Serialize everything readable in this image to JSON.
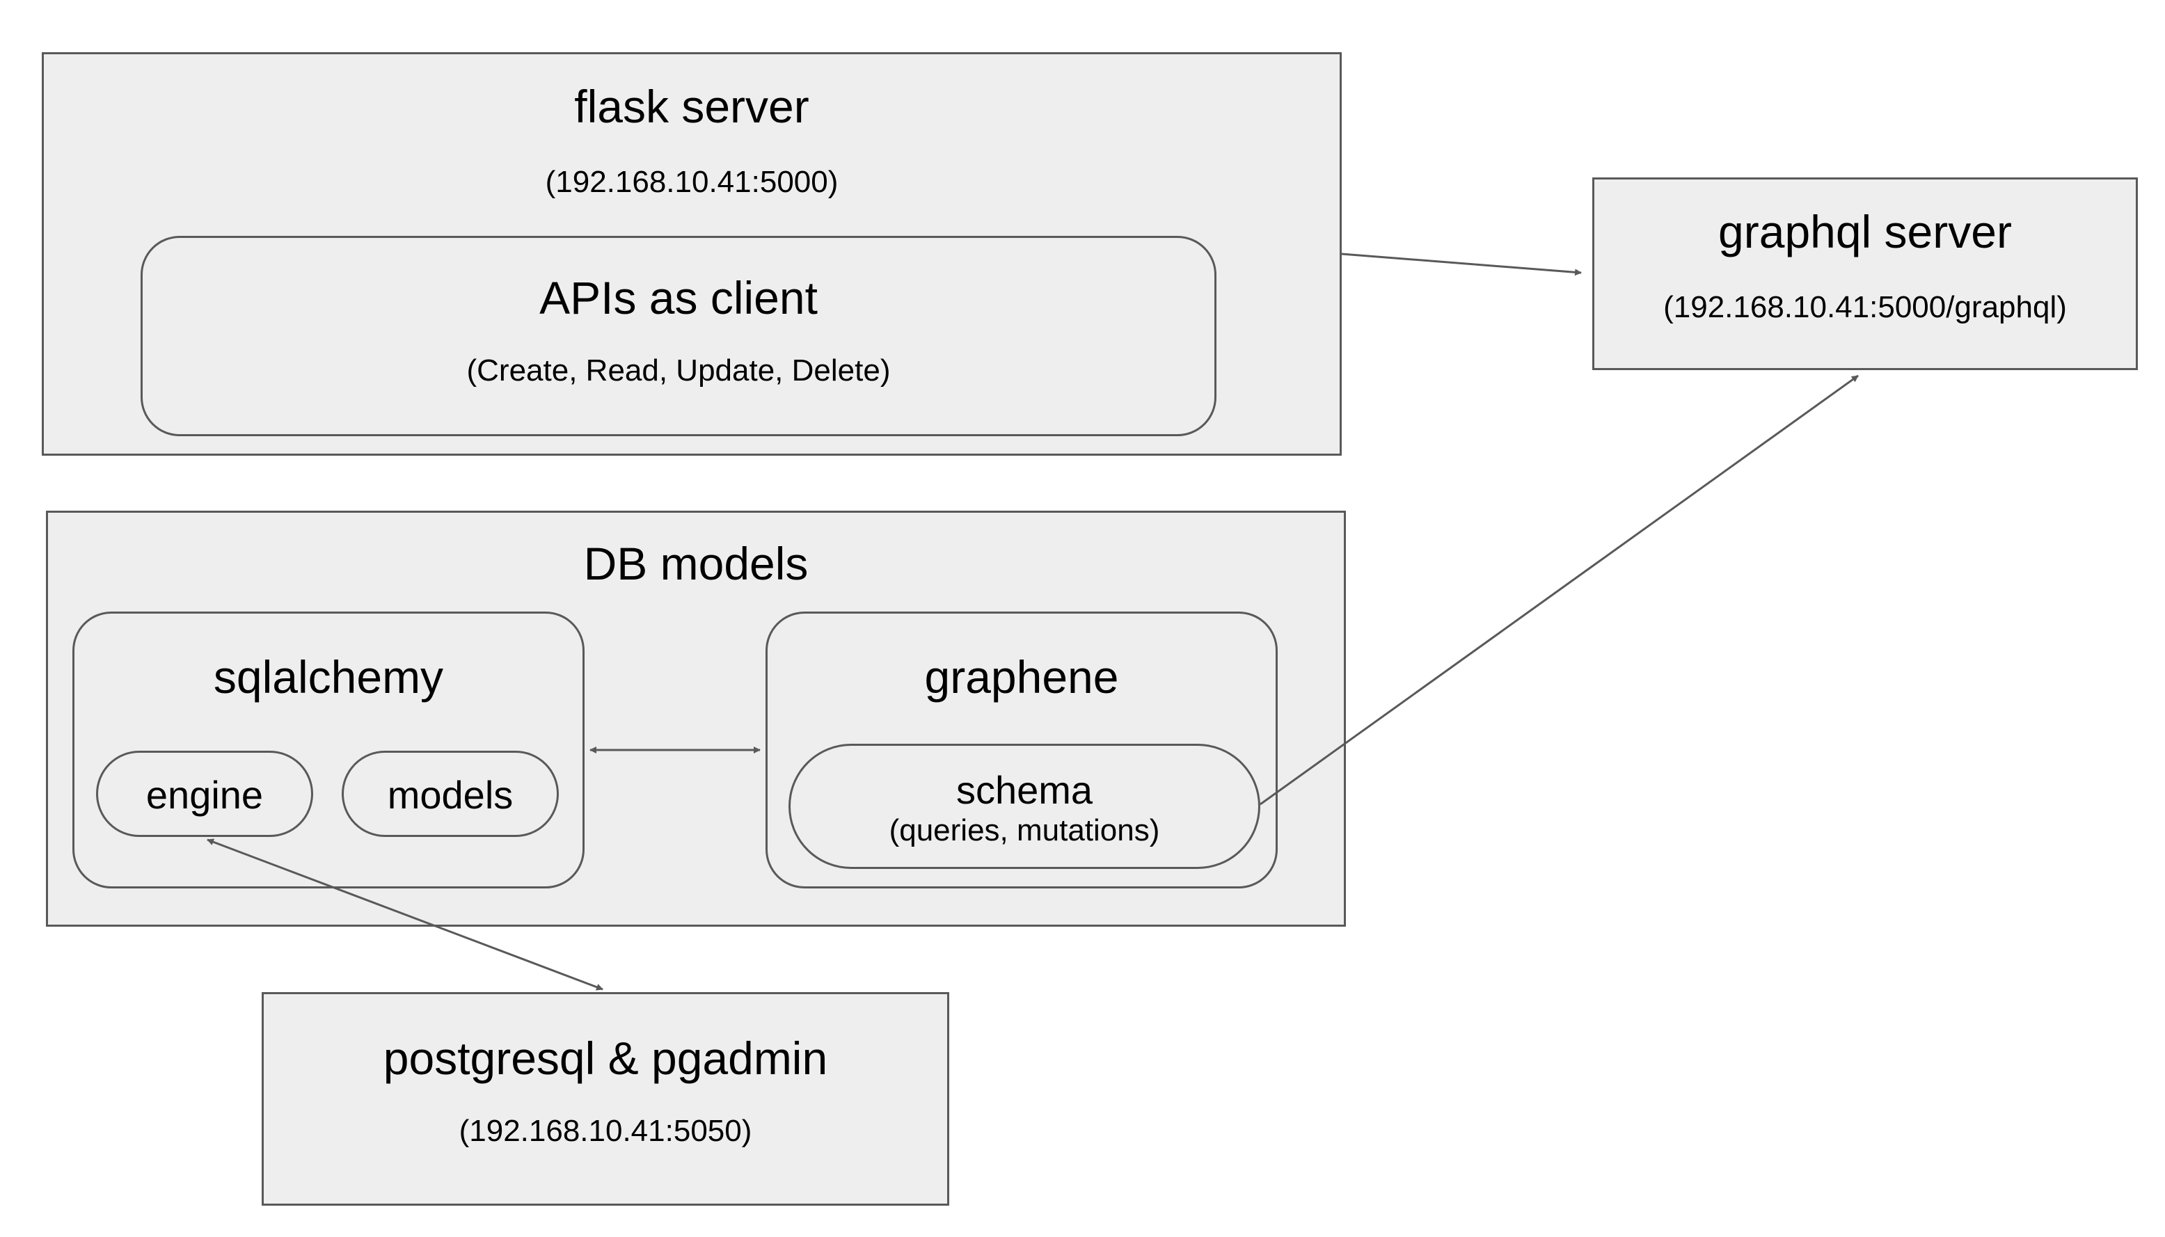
{
  "flask_server": {
    "title": "flask server",
    "address": "(192.168.10.41:5000)",
    "apis_client": {
      "title": "APIs as client",
      "operations": "(Create, Read, Update, Delete)"
    }
  },
  "graphql_server": {
    "title": "graphql server",
    "address": "(192.168.10.41:5000/graphql)"
  },
  "db_models": {
    "title": "DB models",
    "sqlalchemy": {
      "title": "sqlalchemy",
      "engine": "engine",
      "models": "models"
    },
    "graphene": {
      "title": "graphene",
      "schema": {
        "title": "schema",
        "detail": "(queries, mutations)"
      }
    }
  },
  "postgresql": {
    "title": "postgresql & pgadmin",
    "address": "(192.168.10.41:5050)"
  },
  "colors": {
    "box_fill": "#eeeeee",
    "border": "#595959",
    "text": "#000000"
  }
}
